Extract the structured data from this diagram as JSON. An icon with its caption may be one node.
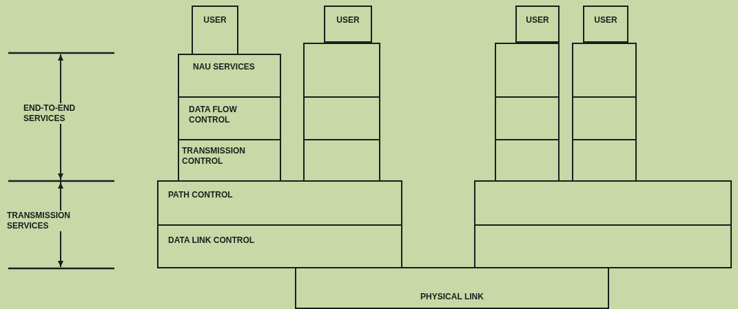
{
  "diagram": {
    "nodes": [
      {
        "text": [
          "USER"
        ]
      },
      {
        "text": [
          "USER"
        ]
      },
      {
        "text": [
          "USER"
        ]
      },
      {
        "text": [
          "USER"
        ]
      },
      {
        "text": [
          "NAU SERVICES"
        ]
      },
      {
        "text": [],
        "shape": "box"
      },
      {
        "text": [],
        "shape": "box"
      },
      {
        "text": [],
        "shape": "box"
      },
      {
        "text": [
          "DATA FLOW CONTROL"
        ]
      },
      {
        "text": [],
        "shape": "box"
      },
      {
        "text": [],
        "shape": "box"
      },
      {
        "text": [],
        "shape": "box"
      },
      {
        "text": [
          "TRANSMISSION CONTROL"
        ]
      },
      {
        "text": [],
        "shape": "box"
      },
      {
        "text": [],
        "shape": "box"
      },
      {
        "text": [],
        "shape": "box"
      },
      {
        "text": [
          "PATH CONTROL"
        ]
      },
      {
        "text": [],
        "shape": "box"
      },
      {
        "text": [
          "DATA LINK CONTROL"
        ]
      },
      {
        "text": [],
        "shape": "box"
      },
      {
        "text": [
          "PHYSICAL LINK"
        ]
      }
    ],
    "labels": [
      "END-TO-END SERVICES",
      "TRANSMISSION SERVICES"
    ]
  }
}
